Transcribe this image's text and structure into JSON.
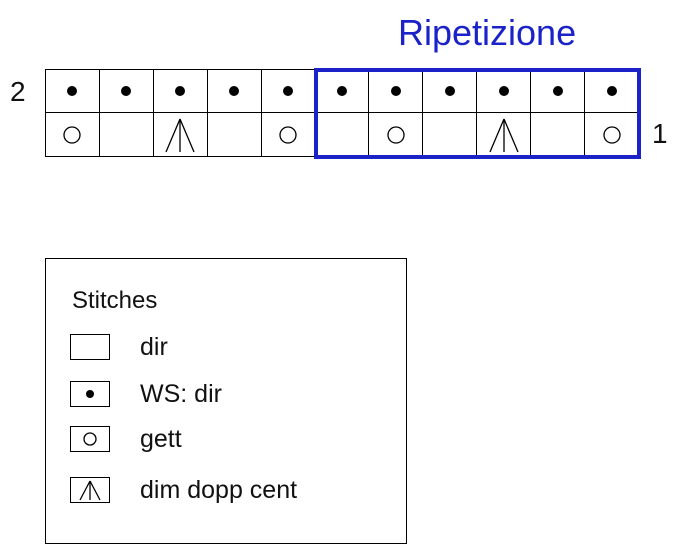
{
  "chart": {
    "repeat_label": "Ripetizione",
    "row_labels": {
      "left": "2",
      "right": "1"
    },
    "rows": [
      {
        "row": "2",
        "stitches": [
          "dot",
          "dot",
          "dot",
          "dot",
          "dot",
          "dot",
          "dot",
          "dot",
          "dot",
          "dot",
          "dot"
        ]
      },
      {
        "row": "1",
        "stitches": [
          "circle",
          "blank",
          "triangle",
          "blank",
          "circle",
          "blank",
          "circle",
          "blank",
          "triangle",
          "blank",
          "circle"
        ]
      }
    ],
    "repeat_columns": {
      "start": 6,
      "end": 11
    },
    "repeat_color": "#1a22c8"
  },
  "legend": {
    "title": "Stitches",
    "items": [
      {
        "symbol": "blank",
        "label": "dir"
      },
      {
        "symbol": "dot",
        "label": "WS: dir"
      },
      {
        "symbol": "circle",
        "label": "gett"
      },
      {
        "symbol": "triangle",
        "label": "dim dopp cent"
      }
    ]
  }
}
